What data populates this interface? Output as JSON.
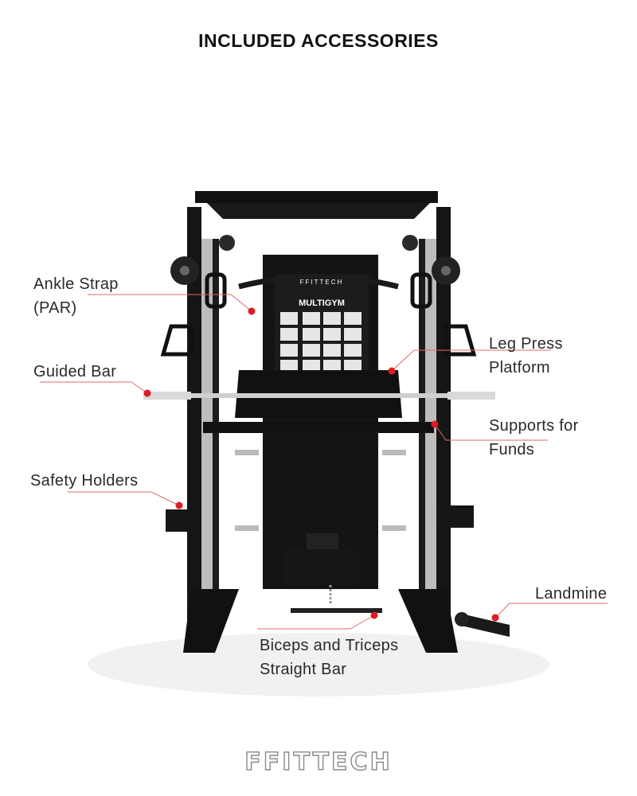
{
  "header": {
    "title": "INCLUDED ACCESSORIES"
  },
  "machine": {
    "panel_title": "MULTIGYM",
    "panel_brand": "FFITTECH"
  },
  "callouts": {
    "ankle_strap": {
      "line1": "Ankle Strap",
      "line2": "(PAR)"
    },
    "guided_bar": {
      "line1": "Guided Bar"
    },
    "safety_holders": {
      "line1": "Safety Holders"
    },
    "leg_press": {
      "line1": "Leg Press",
      "line2": "Platform"
    },
    "supports": {
      "line1": "Supports for",
      "line2": "Funds"
    },
    "landmine": {
      "line1": "Landmine"
    },
    "biceps_bar": {
      "line1": "Biceps and Triceps",
      "line2": "Straight Bar"
    }
  },
  "footer": {
    "brand": "FFITTECH"
  },
  "colors": {
    "marker": "#e01b24",
    "leader": "#e06060",
    "frame": "#111111",
    "steel": "#b9b9b9"
  }
}
